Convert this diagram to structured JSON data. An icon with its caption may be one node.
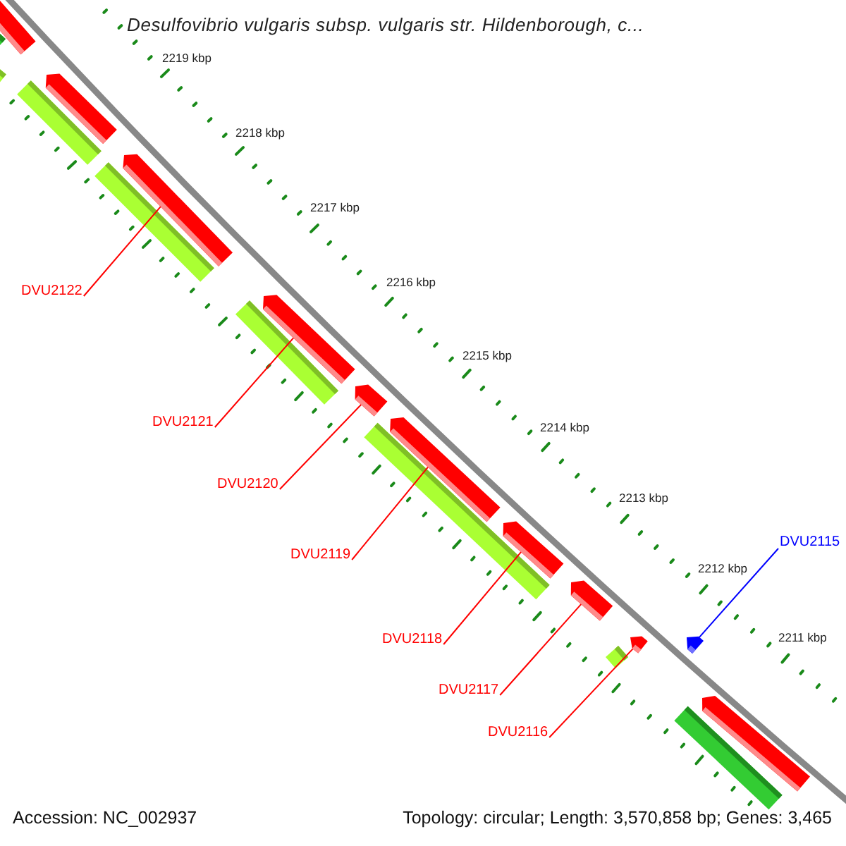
{
  "diagram": {
    "title": "Desulfovibrio vulgaris subsp. vulgaris str. Hildenborough, c...",
    "nodes": [
      {
        "text": [],
        "shape": "arrow"
      },
      {
        "text": [],
        "shape": "bar"
      },
      {
        "text": [],
        "shape": "bar"
      },
      {
        "text": [],
        "shape": "arrow"
      },
      {
        "text": [],
        "shape": "bar"
      },
      {
        "text": [
          "DVU2122"
        ]
      },
      {
        "text": [],
        "shape": "arrow"
      },
      {
        "text": [],
        "shape": "bar"
      },
      {
        "text": [
          "DVU2121"
        ]
      },
      {
        "text": [],
        "shape": "arrow"
      },
      {
        "text": [],
        "shape": "bar"
      },
      {
        "text": [
          "DVU2120"
        ]
      },
      {
        "text": [],
        "shape": "arrow"
      },
      {
        "text": [
          "DVU2119"
        ]
      },
      {
        "text": [],
        "shape": "arrow"
      },
      {
        "text": [],
        "shape": "bar"
      },
      {
        "text": [
          "DVU2118"
        ]
      },
      {
        "text": [],
        "shape": "arrow"
      },
      {
        "text": [
          "DVU2117"
        ]
      },
      {
        "text": [],
        "shape": "arrow"
      },
      {
        "text": [
          "DVU2116"
        ]
      },
      {
        "text": [],
        "shape": "arrow"
      },
      {
        "text": [],
        "shape": "bar"
      },
      {
        "text": [
          "DVU2115"
        ]
      },
      {
        "text": [],
        "shape": "arrow"
      },
      {
        "text": [],
        "shape": "arrow"
      },
      {
        "text": [],
        "shape": "bar"
      }
    ],
    "edges": [
      {
        "from": 5,
        "to": 6,
        "arrow": "none"
      },
      {
        "from": 8,
        "to": 9,
        "arrow": "none"
      },
      {
        "from": 11,
        "to": 12,
        "arrow": "none"
      },
      {
        "from": 13,
        "to": 14,
        "arrow": "none"
      },
      {
        "from": 16,
        "to": 17,
        "arrow": "none"
      },
      {
        "from": 18,
        "to": 19,
        "arrow": "none"
      },
      {
        "from": 20,
        "to": 21,
        "arrow": "none"
      },
      {
        "from": 23,
        "to": 24,
        "arrow": "none",
        "color": "#0000ff"
      }
    ],
    "labels": [
      "2219 kbp",
      "2218 kbp",
      "2217 kbp",
      "2216 kbp",
      "2215 kbp",
      "2214 kbp",
      "2213 kbp",
      "2212 kbp",
      "2211 kbp",
      "Accession: NC_002937",
      "Topology: circular; Length: 3,570,858 bp; Genes: 3,465"
    ]
  }
}
